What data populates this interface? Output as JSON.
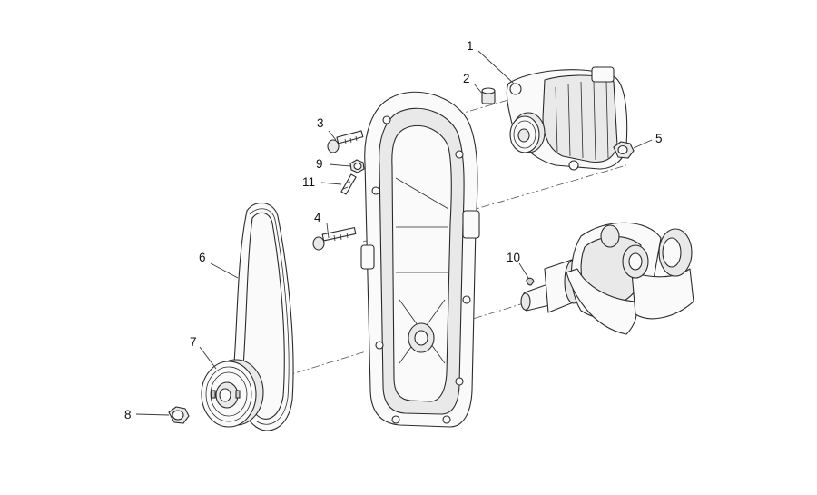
{
  "callouts": [
    {
      "number": "1"
    },
    {
      "number": "2"
    },
    {
      "number": "3"
    },
    {
      "number": "4"
    },
    {
      "number": "5"
    },
    {
      "number": "6"
    },
    {
      "number": "7"
    },
    {
      "number": "8"
    },
    {
      "number": "9"
    },
    {
      "number": "10"
    },
    {
      "number": "11"
    }
  ],
  "parts": [
    {
      "ref": "1",
      "icon": "alternator-icon"
    },
    {
      "ref": "2",
      "icon": "spacer-bushing-icon"
    },
    {
      "ref": "3",
      "icon": "screw-icon"
    },
    {
      "ref": "4",
      "icon": "screw-icon"
    },
    {
      "ref": "5",
      "icon": "nut-icon"
    },
    {
      "ref": "6",
      "icon": "drive-belt-icon"
    },
    {
      "ref": "7",
      "icon": "pulley-icon"
    },
    {
      "ref": "8",
      "icon": "nut-icon"
    },
    {
      "ref": "9",
      "icon": "nut-icon"
    },
    {
      "ref": "10",
      "icon": "key-icon"
    },
    {
      "ref": "11",
      "icon": "stud-bolt-icon"
    }
  ],
  "colors": {
    "line": "#2b2b2b",
    "background": "#ffffff",
    "shade": "#cfcfcf"
  }
}
